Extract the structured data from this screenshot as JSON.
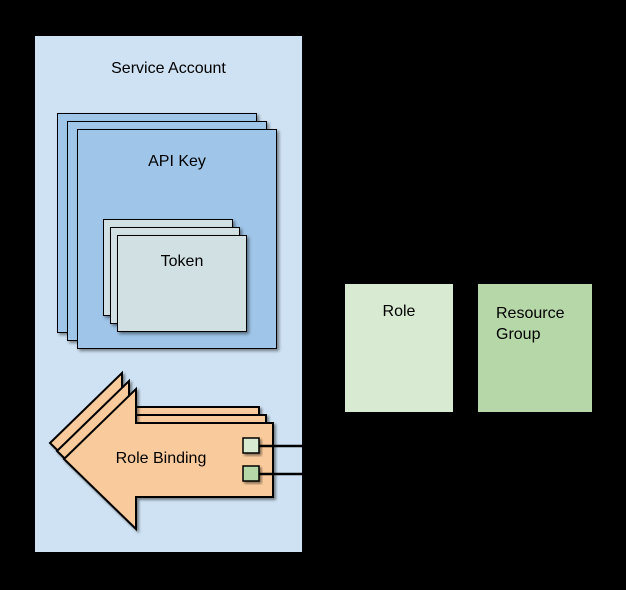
{
  "diagram": {
    "background_color": "#000000",
    "stroke_color": "#000000",
    "text_color": "#000000",
    "service_account": {
      "label": "Service Account",
      "fill": "#cfe2f3"
    },
    "api_key": {
      "label": "API Key",
      "fill": "#9fc5e8",
      "stack_count": 3
    },
    "token": {
      "label": "Token",
      "fill": "#d0e0e3",
      "stack_count": 3
    },
    "role_binding": {
      "label": "Role Binding",
      "fill": "#f9cb9c",
      "stack_count": 3,
      "ports": [
        {
          "fill": "#d9ead3"
        },
        {
          "fill": "#b6d7a8"
        }
      ]
    },
    "role": {
      "label": "Role",
      "fill": "#d9ead3"
    },
    "resource_group": {
      "label": "Resource Group",
      "fill": "#b6d7a8"
    }
  }
}
